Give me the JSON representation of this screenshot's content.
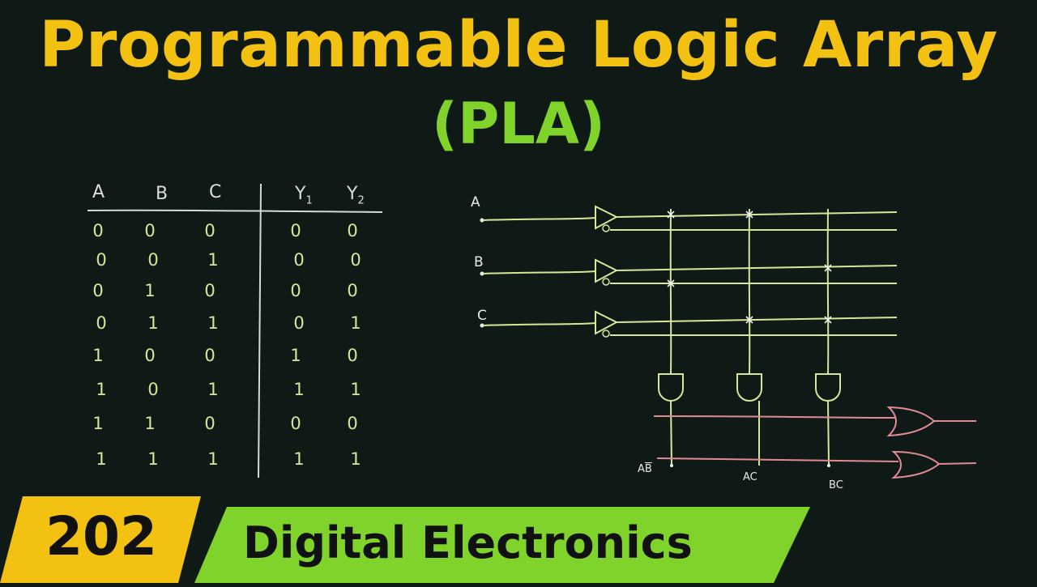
{
  "header": {
    "title": "Programmable Logic Array",
    "subtitle": "(PLA)"
  },
  "truth_table": {
    "inputs": [
      "A",
      "B",
      "C"
    ],
    "outputs": [
      {
        "base": "Y",
        "sub": "1"
      },
      {
        "base": "Y",
        "sub": "2"
      }
    ],
    "rows": [
      [
        "0",
        "0",
        "0",
        "0",
        "0"
      ],
      [
        "0",
        "0",
        "1",
        "0",
        "0"
      ],
      [
        "0",
        "1",
        "0",
        "0",
        "0"
      ],
      [
        "0",
        "1",
        "1",
        "0",
        "1"
      ],
      [
        "1",
        "0",
        "0",
        "1",
        "0"
      ],
      [
        "1",
        "0",
        "1",
        "1",
        "1"
      ],
      [
        "1",
        "1",
        "0",
        "0",
        "0"
      ],
      [
        "1",
        "1",
        "1",
        "1",
        "1"
      ]
    ]
  },
  "circuit": {
    "input_labels": [
      "A",
      "B",
      "C"
    ],
    "product_terms": [
      "AB̄",
      "AC",
      "BC"
    ],
    "product_term_ab_parts": {
      "first": "A",
      "second": "B"
    }
  },
  "banner": {
    "number": "202",
    "course": "Digital Electronics",
    "number_color": "#f2c112",
    "course_color": "#7fd32a"
  },
  "colors": {
    "background": "#0f1a17",
    "title": "#f2c112",
    "subtitle": "#7fd32a",
    "input_lines": "#d7e69a",
    "or_lines": "#e08a94"
  }
}
